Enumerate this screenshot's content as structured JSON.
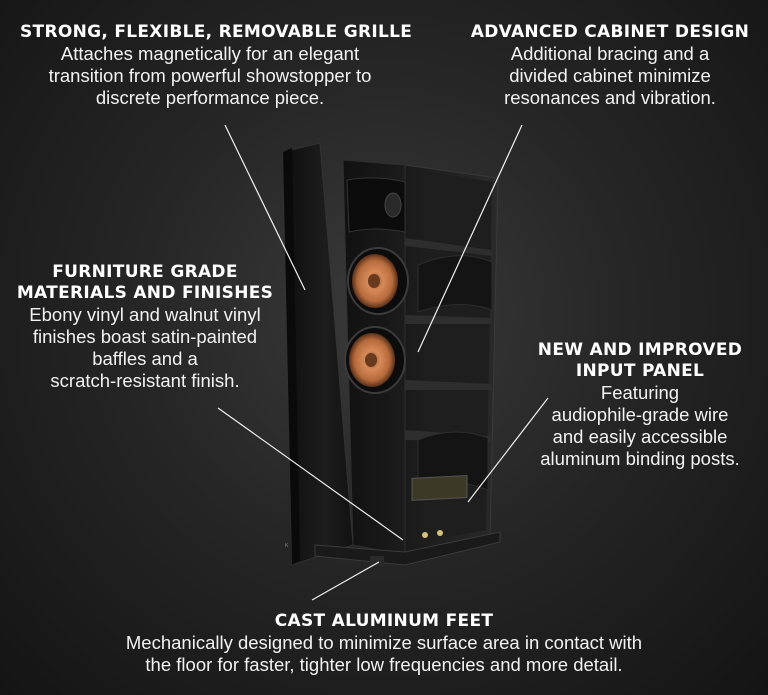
{
  "callouts": {
    "grille": {
      "title": "STRONG, FLEXIBLE, REMOVABLE GRILLE",
      "lines": [
        "Attaches magnetically for an elegant",
        "transition from powerful showstopper to",
        "discrete performance piece."
      ]
    },
    "cabinet": {
      "title": "ADVANCED CABINET DESIGN",
      "lines": [
        "Additional bracing and a",
        "divided cabinet minimize",
        "resonances and vibration."
      ]
    },
    "materials": {
      "title_lines": [
        "FURNITURE GRADE",
        "MATERIALS AND FINISHES"
      ],
      "lines": [
        "Ebony vinyl and walnut vinyl",
        "finishes boast satin-painted",
        "baffles and a",
        "scratch-resistant finish."
      ]
    },
    "input": {
      "title_lines": [
        "NEW AND IMPROVED",
        "INPUT PANEL"
      ],
      "lines": [
        "Featuring",
        "audiophile-grade wire",
        "and easily accessible",
        "aluminum binding posts."
      ]
    },
    "feet": {
      "title": "CAST ALUMINUM FEET",
      "lines": [
        "Mechanically designed to minimize surface area in contact with",
        "the floor for faster, tighter low frequencies and more detail."
      ]
    }
  },
  "colors": {
    "background": "#262626",
    "text": "#ffffff",
    "woofer_cone": "#c8794a",
    "cabinet": "#1c1c1c"
  }
}
